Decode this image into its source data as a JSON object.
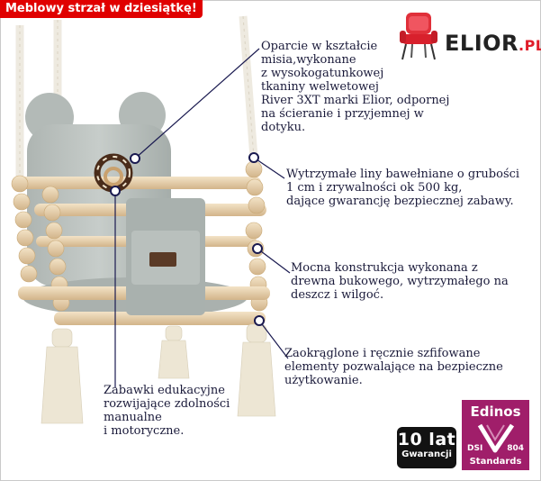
{
  "header": {
    "tag": "Meblowy strzał w dziesiątkę!"
  },
  "brand": {
    "logo_main": "ELIOR",
    "logo_suffix": ".PL",
    "icon": "red-chair-icon",
    "accent": "#e01d2a"
  },
  "notes": [
    {
      "lines": [
        "Oparcie w kształcie",
        "misia,wykonane",
        "z wysokogatunkowej",
        "tkaniny welwetowej",
        "River 3XT marki Elior, odpornej",
        "na ścieranie i przyjemnej w",
        "dotyku."
      ]
    },
    {
      "lines": [
        "Wytrzymałe liny bawełniane o grubości",
        "1 cm i zrywalności ok 500 kg,",
        "dające gwarancję bezpiecznej zabawy."
      ]
    },
    {
      "lines": [
        "Mocna konstrukcja wykonana z",
        "drewna bukowego, wytrzymałego na",
        "deszcz i wilgoć."
      ]
    },
    {
      "lines": [
        "Zaokrąglone i ręcznie szfifowane",
        "elementy pozwalające na bezpieczne",
        "użytkowanie."
      ]
    },
    {
      "lines": [
        "Zabawki edukacyjne",
        "rozwijające zdolności",
        "manualne",
        "i motoryczne."
      ]
    }
  ],
  "badges": {
    "warranty_big": "10 lat",
    "warranty_small": "Gwarancji",
    "edinos_title": "Edinos",
    "edinos_dsi": "DSI",
    "edinos_number": "804",
    "edinos_standards": "Standards",
    "edinos_color": "#a01e6a"
  }
}
